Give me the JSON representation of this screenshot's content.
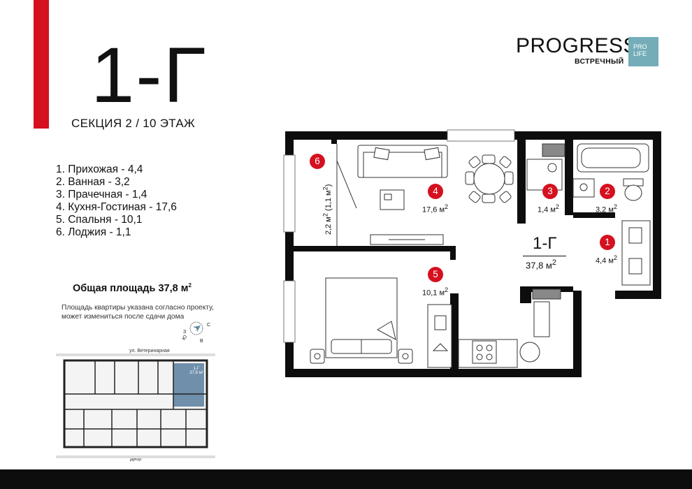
{
  "header": {
    "apartment_code": "1-Г",
    "section_floor": "СЕКЦИЯ 2 / 10 ЭТАЖ"
  },
  "logo": {
    "word": "PROGRESS",
    "subtitle": "ВСТРЕЧНЫЙ",
    "badge_line1": "PRO",
    "badge_line2": "LIFE",
    "badge_color": "#74adb8"
  },
  "rooms": [
    {
      "number": "1",
      "list_label": "1. Прихожая - 4,4",
      "area_value": "4,4 м",
      "area_sup": "2"
    },
    {
      "number": "2",
      "list_label": "2. Ванная - 3,2",
      "area_value": "3,2 м",
      "area_sup": "2"
    },
    {
      "number": "3",
      "list_label": "3. Прачечная - 1,4",
      "area_value": "1,4 м",
      "area_sup": "2"
    },
    {
      "number": "4",
      "list_label": "4. Кухня-Гостиная - 17,6",
      "area_value": "17,6 м",
      "area_sup": "2"
    },
    {
      "number": "5",
      "list_label": "5. Спальня - 10,1",
      "area_value": "10,1 м",
      "area_sup": "2"
    },
    {
      "number": "6",
      "list_label": "6. Лоджия - 1,1",
      "area_value": "2,2 м",
      "area_sup": "2",
      "area_extra": " (1,1 м",
      "area_extra_sup": "2",
      "area_close": ")"
    }
  ],
  "totals": {
    "total_label": "Общая площадь 37,8 м",
    "total_sup": "2",
    "disclaimer": "Площадь квартиры указана согласно проекту, может измениться после сдачи дома"
  },
  "plan": {
    "apt_label": "1-Г",
    "apt_area": "37,8 м",
    "apt_area_sup": "2"
  },
  "mini_map": {
    "street_top": "ул. Ветеринарная",
    "street_bottom": "Двор",
    "highlight_label": "1-Г",
    "highlight_area": "37,8 м²",
    "highlight_color": "#6f8fab"
  },
  "compass": {
    "letters": [
      "З",
      "С",
      "Ю",
      "В"
    ]
  },
  "colors": {
    "accent_red": "#d5101f",
    "wall": "#0d0d0d"
  }
}
